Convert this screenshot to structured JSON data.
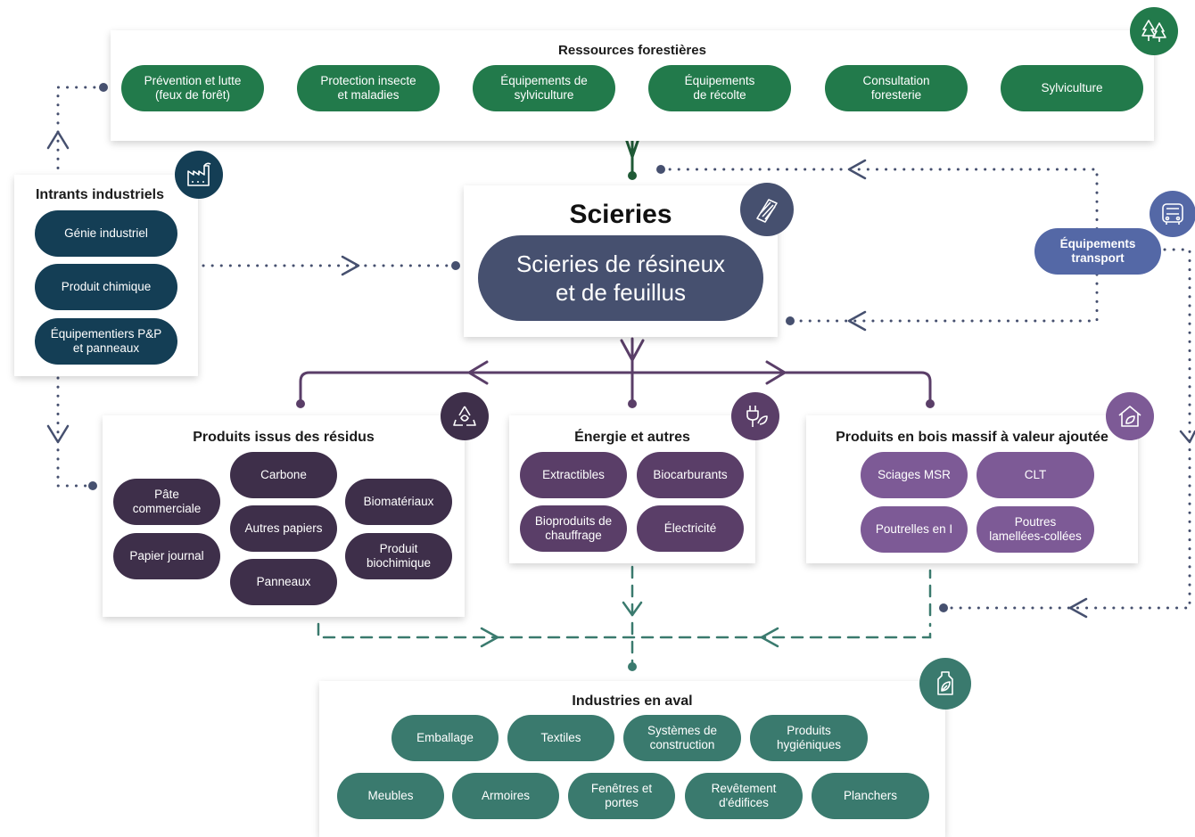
{
  "resources": {
    "title": "Ressources forestières",
    "items": [
      "Prévention et lutte\n(feux de forêt)",
      "Protection insecte\net maladies",
      "Équipements de\nsylviculture",
      "Équipements\nde récolte",
      "Consultation\nforesterie",
      "Sylviculture"
    ],
    "icon": "forest-trees-icon"
  },
  "intrants": {
    "title": "Intrants industriels",
    "items": [
      "Génie industriel",
      "Produit chimique",
      "Équipementiers P&P\net panneaux"
    ],
    "icon": "factory-icon"
  },
  "center": {
    "title": "Scieries",
    "subtitle": "Scieries de résineux\net de feuillus",
    "icon": "lumber-icon"
  },
  "transport": {
    "label": "Équipements\ntransport",
    "icon": "truck-icon"
  },
  "residus": {
    "title": "Produits issus des résidus",
    "items": [
      "Pâte\ncommerciale",
      "Papier journal",
      "Carbone",
      "Autres papiers",
      "Panneaux",
      "Biomatériaux",
      "Produit\nbiochimique"
    ],
    "icon": "recycle-icon"
  },
  "energie": {
    "title": "Énergie et autres",
    "items": [
      "Extractibles",
      "Biocarburants",
      "Bioproduits de\nchauffrage",
      "Électricité"
    ],
    "icon": "plug-leaf-icon"
  },
  "bois": {
    "title": "Produits en bois massif à valeur ajoutée",
    "items": [
      "Sciages MSR",
      "CLT",
      "Poutrelles en I",
      "Poutres\nlamellées-collées"
    ],
    "icon": "house-leaf-icon"
  },
  "aval": {
    "title": "Industries en aval",
    "items": [
      "Emballage",
      "Textiles",
      "Systèmes de\nconstruction",
      "Produits\nhygiéniques",
      "Meubles",
      "Armoires",
      "Fenêtres et\nportes",
      "Revêtement\nd'édifices",
      "Planchers"
    ],
    "icon": "bottle-leaf-icon"
  },
  "colors": {
    "green": "#227a4b",
    "navy": "#143e55",
    "center": "#46506f",
    "residus": "#3e2f4a",
    "energie": "#5a3e68",
    "bois": "#7d5a96",
    "aval": "#3a7a6e",
    "transport": "#5468a6"
  }
}
